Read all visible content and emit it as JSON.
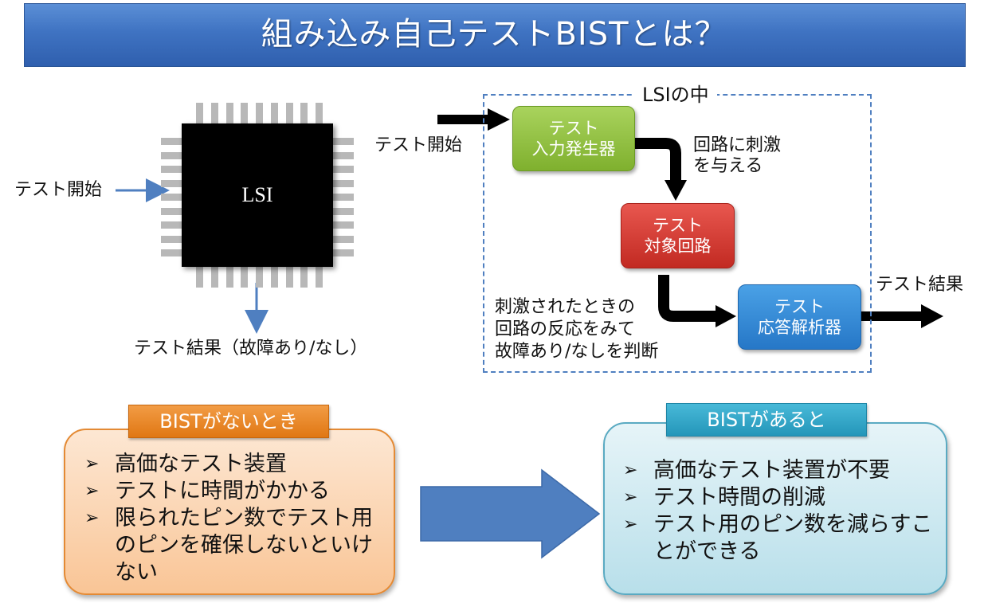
{
  "title": "組み込み自己テストBISTとは？",
  "chip": {
    "label": "LSI",
    "input_label": "テスト開始",
    "output_label": "テスト結果（故障あり/なし）"
  },
  "bist_flow": {
    "container_title": "LSIの中",
    "start_label": "テスト開始",
    "result_label": "テスト結果",
    "generator": {
      "line1": "テスト",
      "line2": "入力発生器"
    },
    "target": {
      "line1": "テスト",
      "line2": "対象回路"
    },
    "analyzer": {
      "line1": "テスト",
      "line2": "応答解析器"
    },
    "stimulus_note": [
      "回路に刺激",
      "を与える"
    ],
    "judge_note": [
      "刺激されたときの",
      "回路の反応をみて",
      "故障あり/なしを判断"
    ]
  },
  "without_bist": {
    "tab": "BISTがないとき",
    "items": [
      "高価なテスト装置",
      "テストに時間がかかる",
      "限られたピン数でテスト用のピンを確保しないといけない"
    ]
  },
  "with_bist": {
    "tab": "BISTがあると",
    "items": [
      "高価なテスト装置が不要",
      "テスト時間の削減",
      "テスト用のピン数を減らすことができる"
    ]
  },
  "colors": {
    "banner": "#3f73c2",
    "generator": "#8dbb3c",
    "target": "#d23a32",
    "analyzer": "#3389d6",
    "without_tab": "#e8862b",
    "with_tab": "#37a8c9",
    "big_arrow": "#4f7fc0"
  }
}
